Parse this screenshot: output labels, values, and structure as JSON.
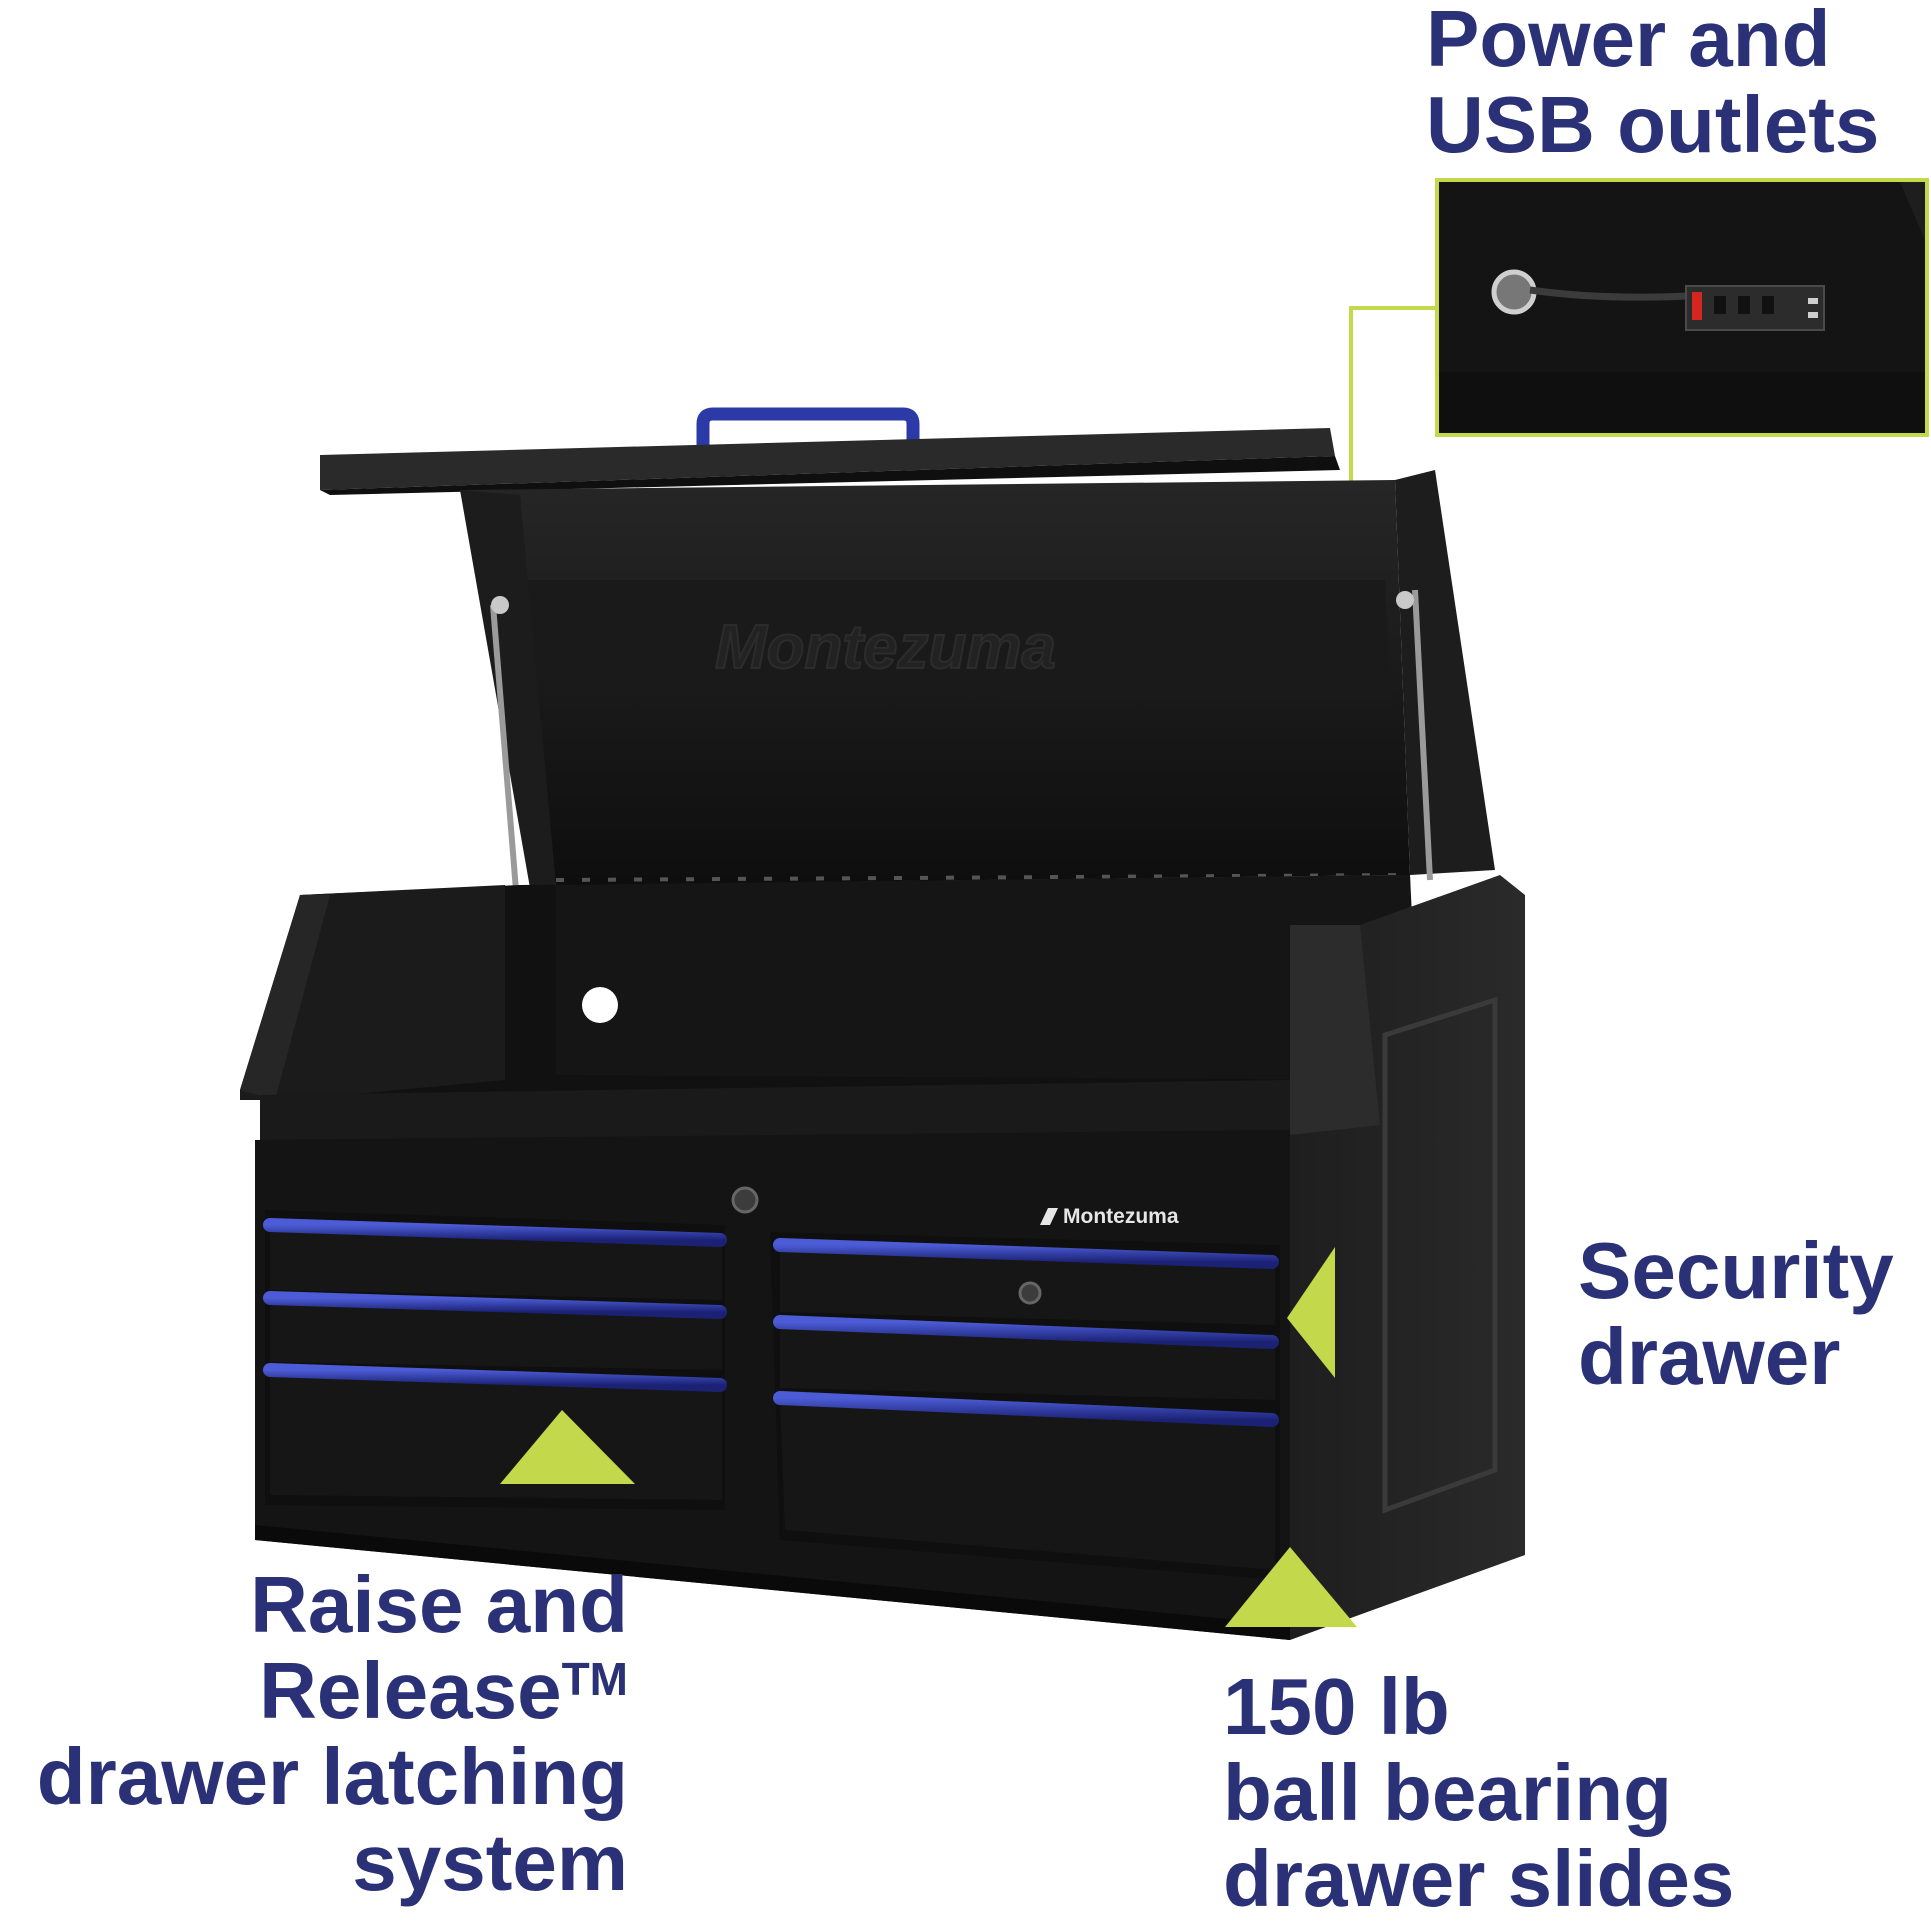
{
  "callouts": {
    "power": {
      "line1": "Power and",
      "line2": "USB outlets"
    },
    "security": {
      "line1": "Security",
      "line2": "drawer"
    },
    "raise": {
      "line1": "Raise and",
      "line2": "Release",
      "tm": "TM",
      "line3": "drawer latching",
      "line4": "system"
    },
    "slides": {
      "line1": "150 lb",
      "line2": "ball bearing",
      "line3": "drawer slides"
    }
  },
  "brand": {
    "logo_text": "Montezuma"
  },
  "colors": {
    "callout_text": "#2b3177",
    "accent_lime": "#c3d84a",
    "body_black": "#141414",
    "handle_blue": "#2c3aa8"
  }
}
